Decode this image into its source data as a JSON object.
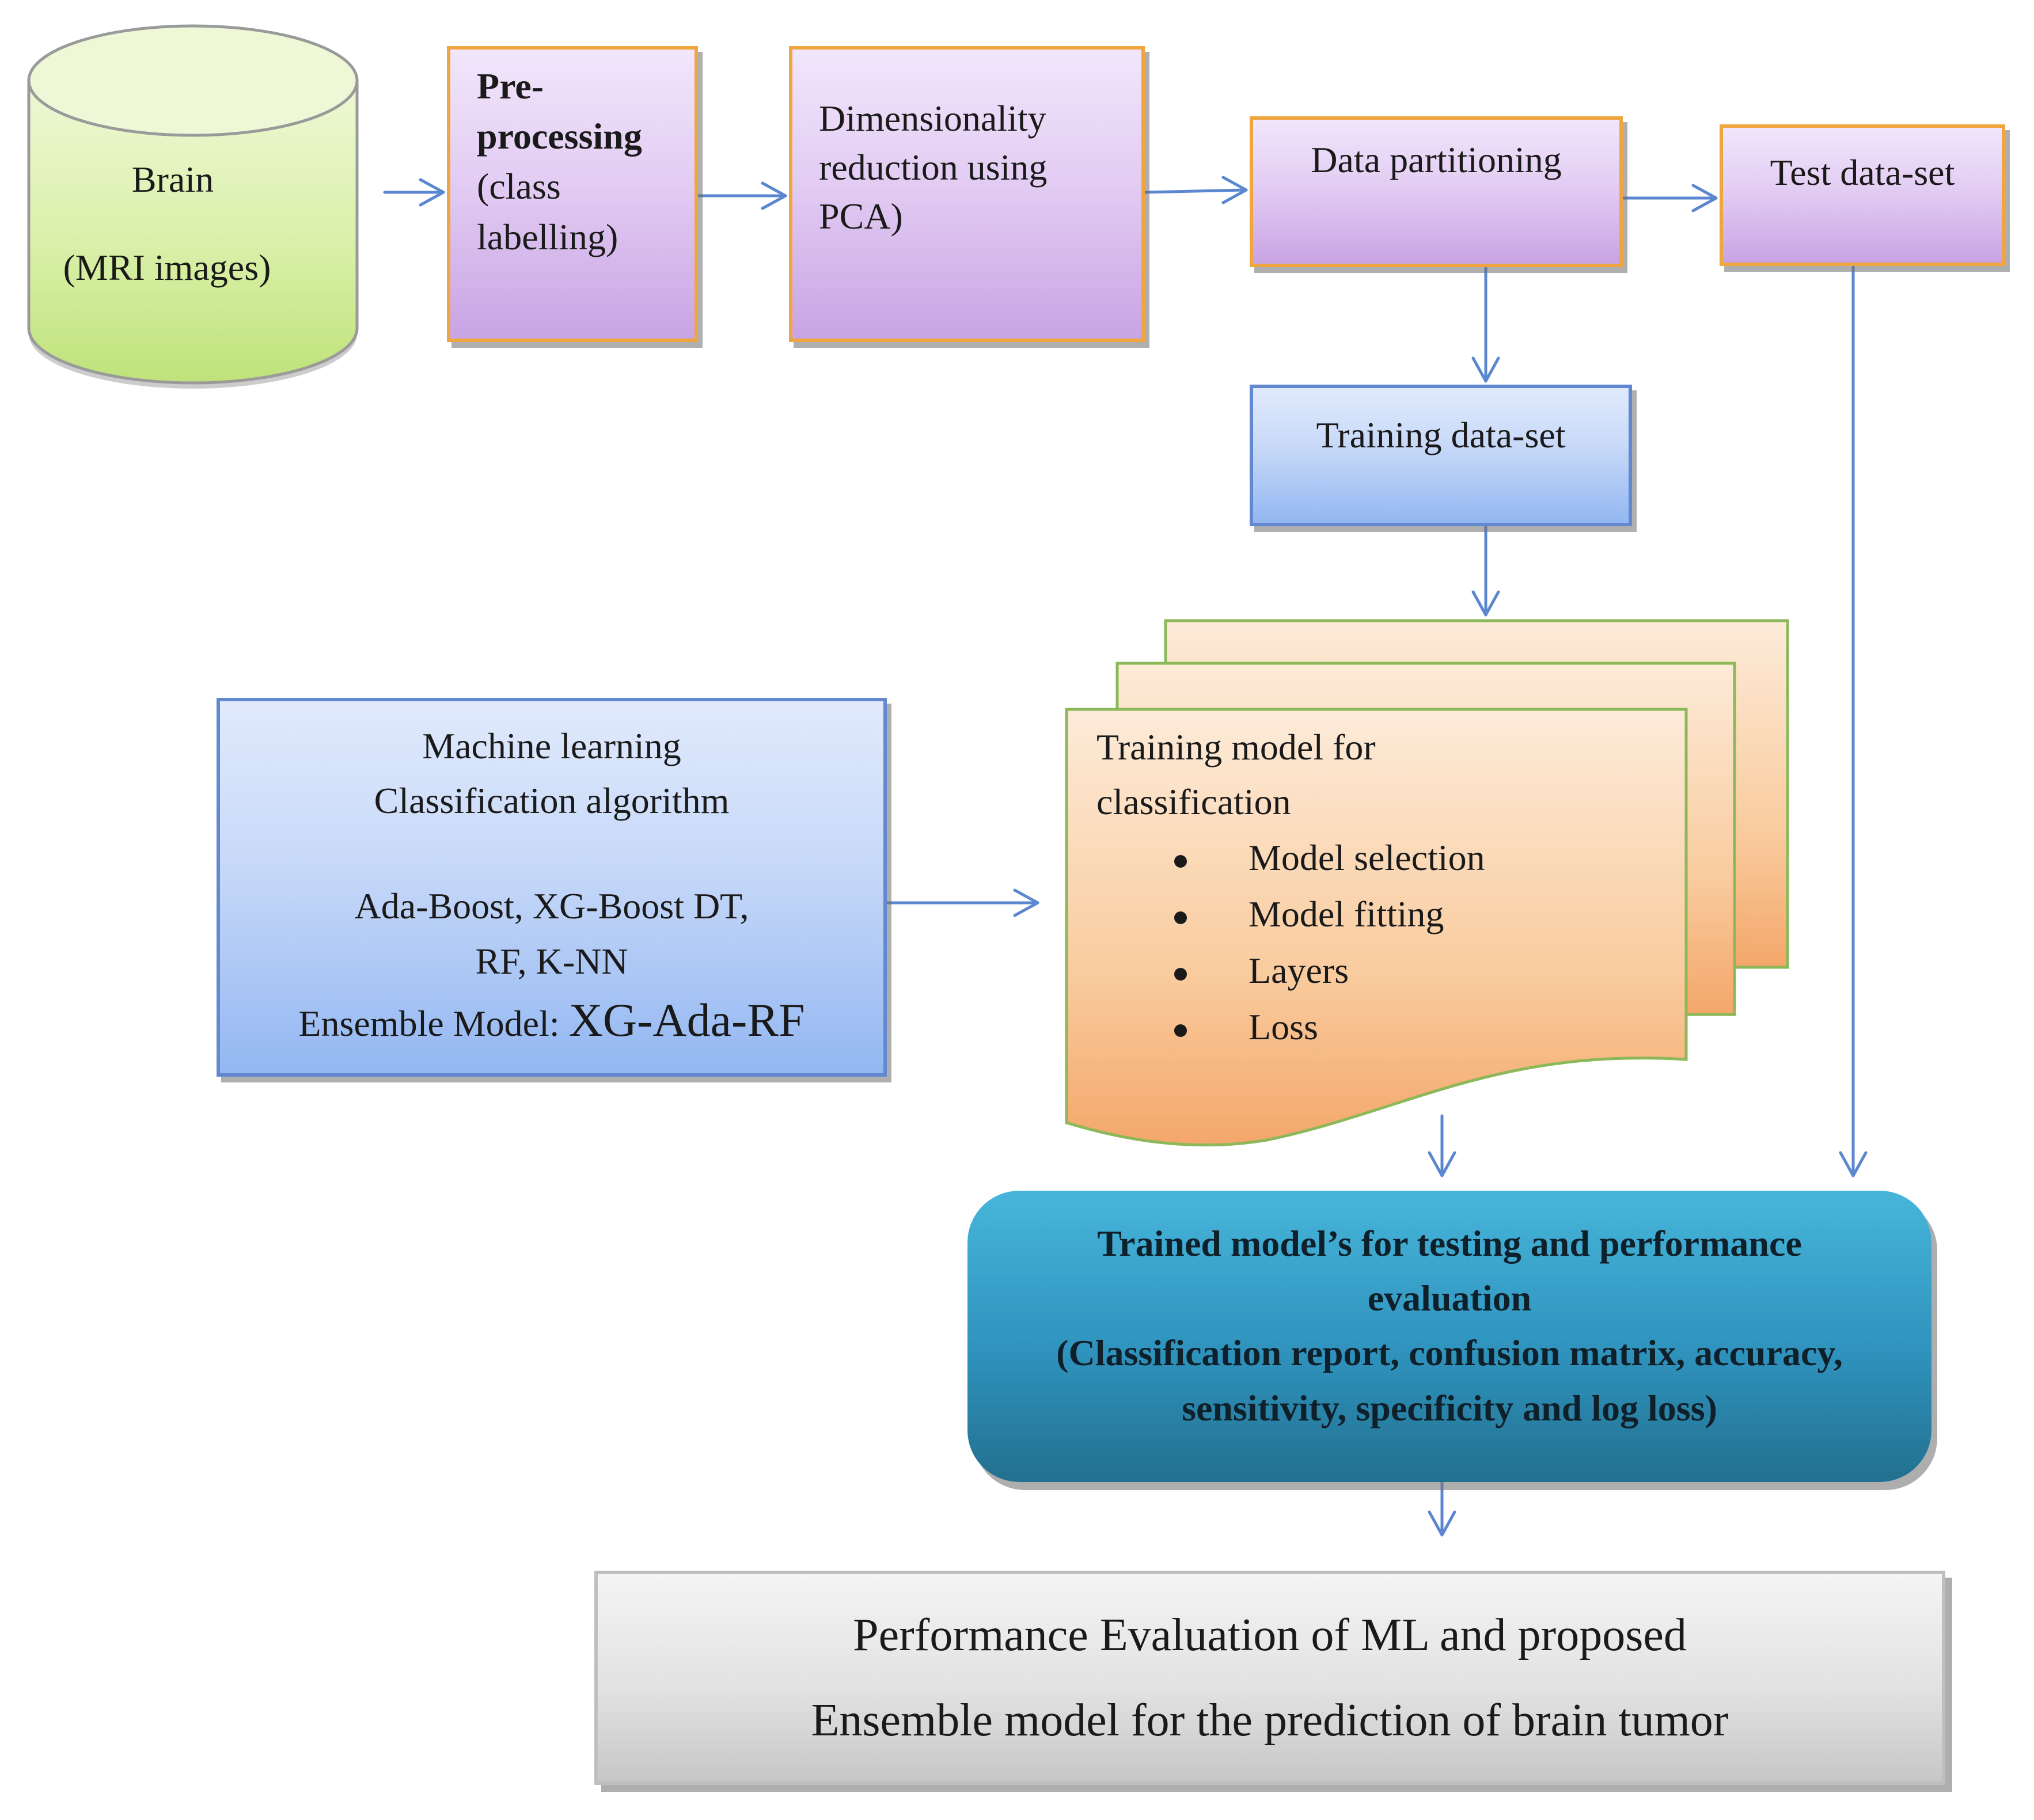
{
  "brain": {
    "line1": "Brain",
    "line2": "(MRI images)"
  },
  "preprocessing": {
    "bold_line1": "Pre-",
    "bold_line2": "processing",
    "line3": "(class",
    "line4": "labelling)"
  },
  "dimensionality": {
    "line1": "Dimensionality",
    "line2": "reduction using",
    "line3": "PCA)"
  },
  "partitioning": {
    "label": "Data partitioning"
  },
  "test_set": {
    "label": "Test data-set"
  },
  "training_set": {
    "label": "Training data-set"
  },
  "ml_algorithms": {
    "line1": "Machine learning",
    "line2": "Classification algorithm",
    "line3": "Ada-Boost, XG-Boost DT,",
    "line4": "RF, K-NN",
    "ensemble_prefix": "Ensemble Model: ",
    "ensemble_name": "XG-Ada-RF"
  },
  "training_model": {
    "title_line1": "Training model for",
    "title_line2": "classification",
    "bullets": [
      "Model selection",
      "Model fitting",
      "Layers",
      "Loss"
    ]
  },
  "evaluation": {
    "line1": "Trained model’s for testing and performance",
    "line2": "evaluation",
    "line3": "(Classification report, confusion matrix, accuracy,",
    "line4": "sensitivity, specificity and log loss)"
  },
  "performance": {
    "line1": "Performance Evaluation of ML and proposed",
    "line2": "Ensemble model for the prediction of brain tumor"
  },
  "colors": {
    "arrow": "#5b86d0",
    "purple_border": "#f0a640",
    "blue_border": "#6288cf",
    "doc_border": "#8cb85a",
    "cylinder_border": "#9a9a9a"
  }
}
